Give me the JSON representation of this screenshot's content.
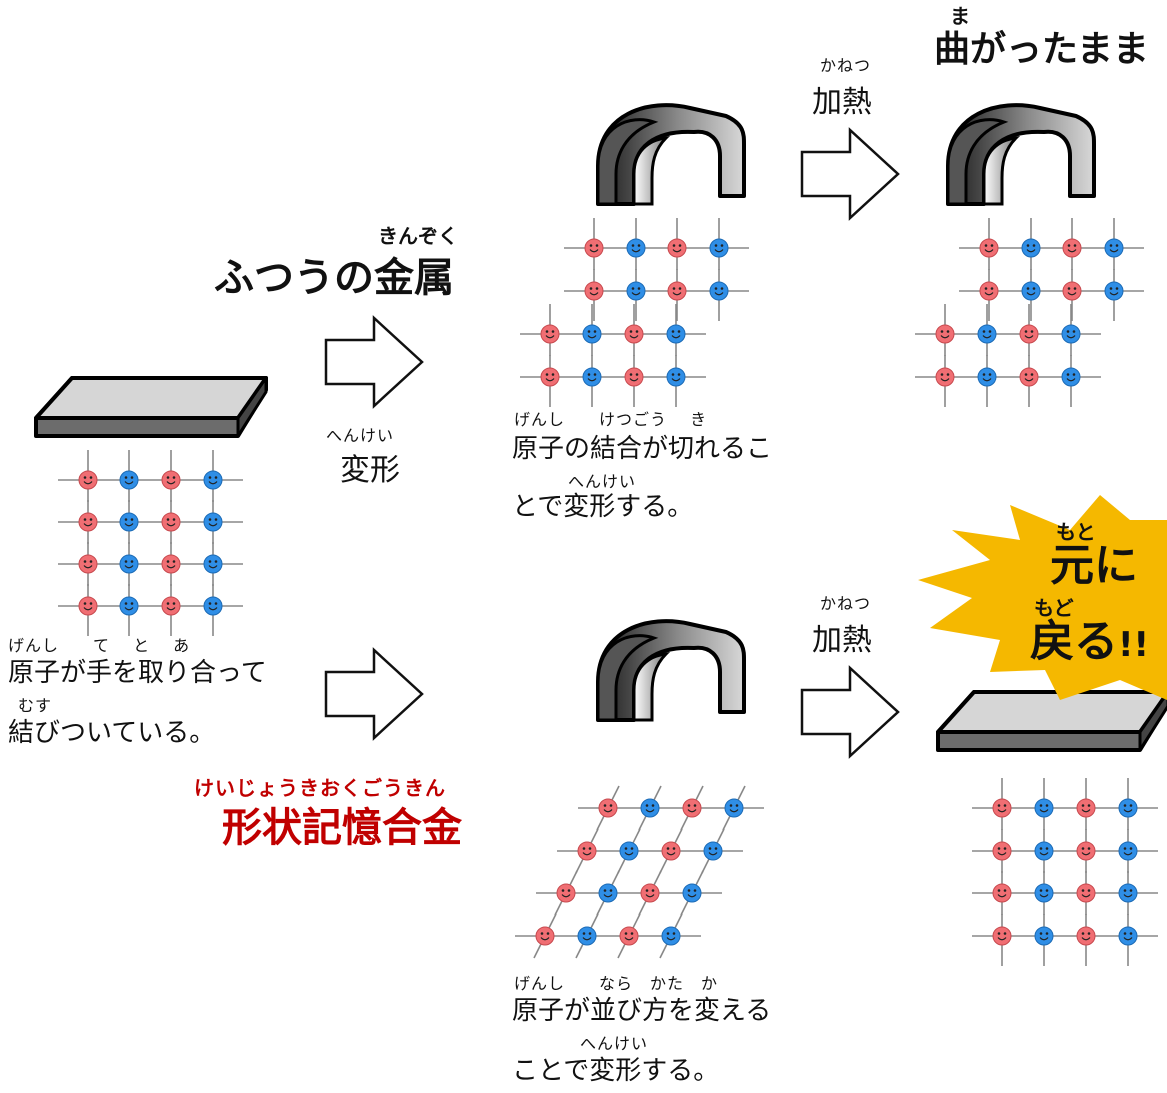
{
  "normal_metal": {
    "ruby": "きんぞく",
    "label": "ふつうの金属"
  },
  "shape_memory": {
    "ruby": "けいじょうきおくごうきん",
    "label": "形状記憶合金"
  },
  "deform": {
    "ruby": "へんけい",
    "label": "変形"
  },
  "heat_top": {
    "ruby": "かねつ",
    "label": "加熱"
  },
  "heat_bottom": {
    "ruby": "かねつ",
    "label": "加熱"
  },
  "stays_bent": {
    "ruby": "ま",
    "label": "曲がったまま"
  },
  "returns": {
    "ruby1": "もと",
    "line1": "元に",
    "ruby2": "もど",
    "line2_kanji": "戻る",
    "line2_mark": "!!"
  },
  "left_caption": {
    "ruby1": "げんし　　て　 と　 あ",
    "line1": "原子が手を取り合って",
    "ruby2": "むす",
    "line2": "結びついている。"
  },
  "top_caption": {
    "ruby1": "げんし　　けつごう　 き",
    "line1": "原子の結合が切れるこ",
    "ruby2": "へんけい",
    "line2": "とで変形する。"
  },
  "bottom_caption": {
    "ruby1": "げんし　　なら　かた　か",
    "line1": "原子が並び方を変える",
    "ruby2": "へんけい",
    "line2": "ことで変形する。"
  },
  "colors": {
    "atom_red": "#f06e73",
    "atom_blue": "#2f8ee6",
    "bond": "#888888",
    "plate_top": "#d6d6d6",
    "plate_side": "#6c6c6c",
    "burst": "#f5b800",
    "accent_red": "#c00000"
  }
}
